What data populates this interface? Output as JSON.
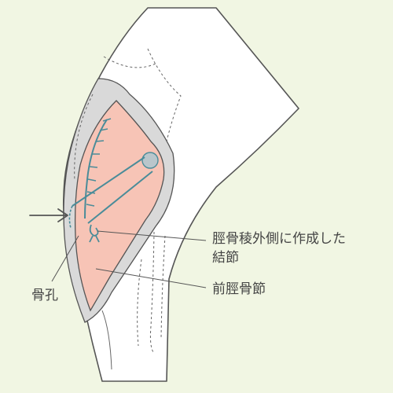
{
  "colors": {
    "background": "#f1f6e3",
    "limb_fill": "#ffffff",
    "limb_stroke": "#555555",
    "subcutaneous_fill": "#d9d9d9",
    "muscle_fill": "#f7c4b6",
    "suture": "#4a8c99",
    "label_text": "#444444"
  },
  "icons": {
    "bone_hole_marker": "circle",
    "pointer": "arrow-right"
  },
  "labels": {
    "lateral_knot_line1": "脛骨稜外側に作成した",
    "lateral_knot_line2": "結節",
    "tibialis_anterior": "前脛骨節",
    "bone_hole": "骨孔"
  }
}
